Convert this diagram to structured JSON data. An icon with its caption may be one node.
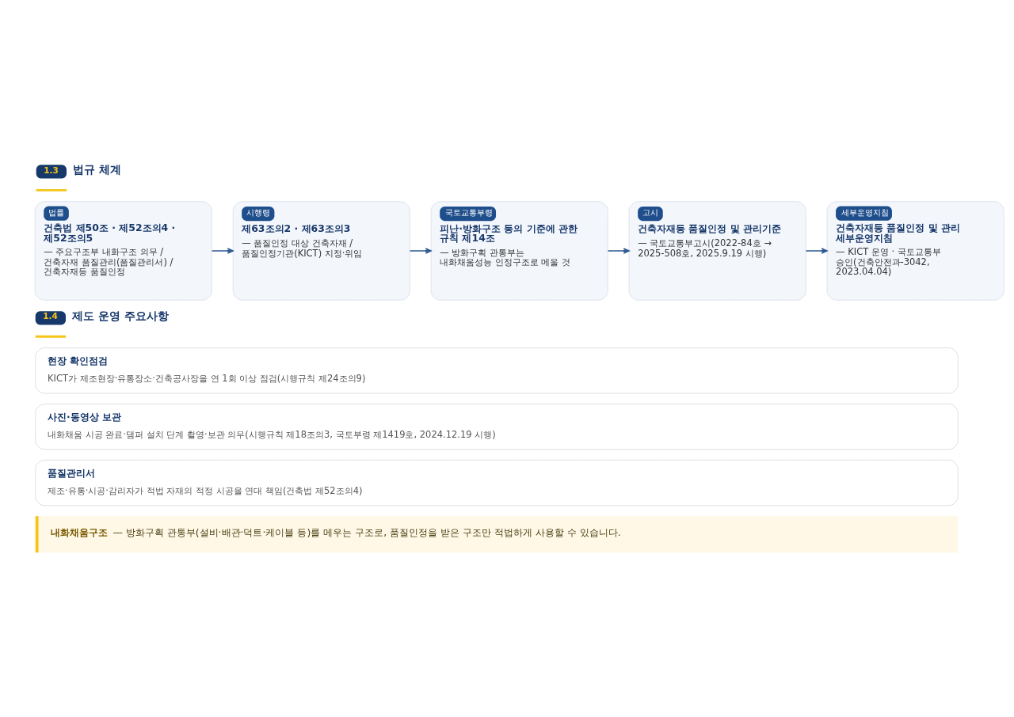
{
  "diagram": {
    "nodes": [
      {
        "text": [
          "1.3",
          "법규 체계"
        ]
      },
      {
        "text": [
          "법률",
          "건축법 제50조 · 제52조의4 · 제52조의5",
          "— 주요구조부 내화구조 의무 / 건축자재 품질관리(품질관리서) / 건축자재등 품질인정"
        ]
      },
      {
        "text": [
          "시행령",
          "제63조의2 · 제63조의3",
          "— 품질인정 대상 건축자재 / 품질인정기관(KICT) 지정·위임"
        ]
      },
      {
        "text": [
          "국토교통부령",
          "피난·방화구조 등의 기준에 관한 규칙 제14조",
          "— 방화구획 관통부는 내화채움성능 인정구조로 메울 것"
        ]
      },
      {
        "text": [
          "고시",
          "건축자재등 품질인정 및 관리기준",
          "— 국토교통부고시(2022-84호 → 2025-508호, 2025.9.19 시행)"
        ]
      },
      {
        "text": [
          "세부운영지침",
          "건축자재등 품질인정 및 관리 세부운영지침",
          "— KICT 운영 · 국토교통부 승인(건축안전과-3042, 2023.04.04)"
        ]
      },
      {
        "text": [
          "1.4",
          "제도 운영 주요사항"
        ]
      },
      {
        "text": [
          "현장 확인점검",
          "KICT가 제조현장·유통장소·건축공사장을 연 1회 이상 점검(시행규칙 제24조의9)"
        ]
      },
      {
        "text": [
          "사진·동영상 보관",
          "내화채움 시공 완료·댐퍼 설치 단계 촬영·보관 의무(시행규칙 제18조의3, 국토부령 제1419호, 2024.12.19 시행)"
        ]
      },
      {
        "text": [
          "품질관리서",
          "제조·유통·시공·감리자가 적법 자재의 적정 시공을 연대 책임(건축법 제52조의4)"
        ]
      },
      {
        "text": [
          "내화채움구조",
          "— 방화구획 관통부(설비·배관·덕트·케이블 등)를 메우는 구조로, 품질인정을 받은 구조만 적법하게 사용할 수 있습니다."
        ]
      }
    ],
    "edges": [
      {
        "from": 1,
        "to": 2,
        "arrow": "to"
      },
      {
        "from": 2,
        "to": 3,
        "arrow": "to"
      },
      {
        "from": 3,
        "to": 4,
        "arrow": "to"
      },
      {
        "from": 4,
        "to": 5,
        "arrow": "to"
      }
    ]
  }
}
